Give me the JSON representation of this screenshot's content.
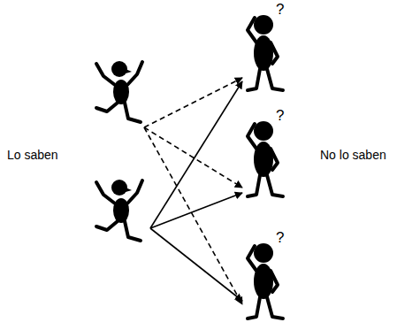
{
  "diagram": {
    "labels": [
      "Lo saben",
      "No lo saben",
      "?",
      "?",
      "?"
    ]
  }
}
